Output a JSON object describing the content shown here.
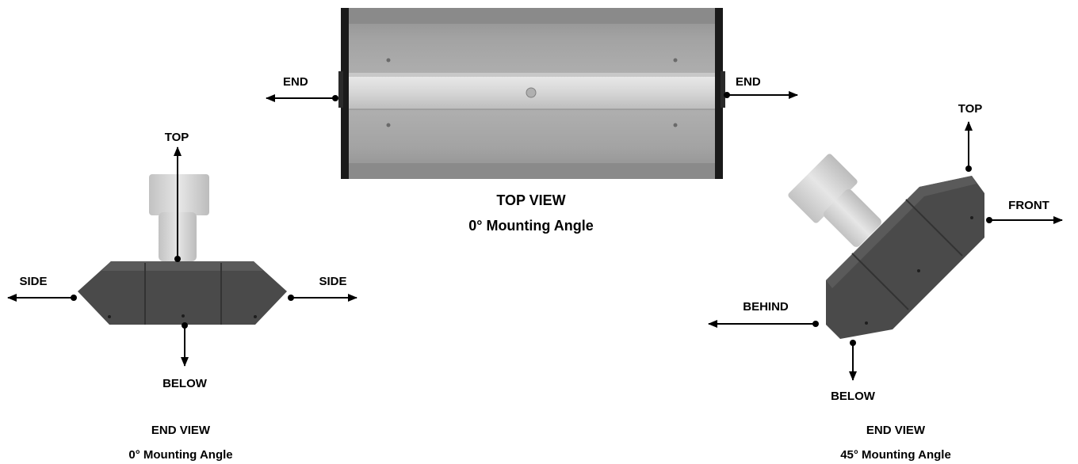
{
  "top_view": {
    "caption_title": "TOP VIEW",
    "caption_angle": "0° Mounting Angle",
    "label_end_left": "END",
    "label_end_right": "END"
  },
  "end_view_0": {
    "caption_title": "END VIEW",
    "caption_angle": "0° Mounting Angle",
    "label_top": "TOP",
    "label_below": "BELOW",
    "label_side_left": "SIDE",
    "label_side_right": "SIDE"
  },
  "end_view_45": {
    "caption_title": "END VIEW",
    "caption_angle": "45° Mounting Angle",
    "label_top": "TOP",
    "label_front": "FRONT",
    "label_behind": "BEHIND",
    "label_below": "BELOW"
  },
  "colors": {
    "arrow": "#000000",
    "heater_body": "#4a4a4a",
    "heater_top_face": "#9a9a9a",
    "bracket": "#d2d2d2"
  }
}
